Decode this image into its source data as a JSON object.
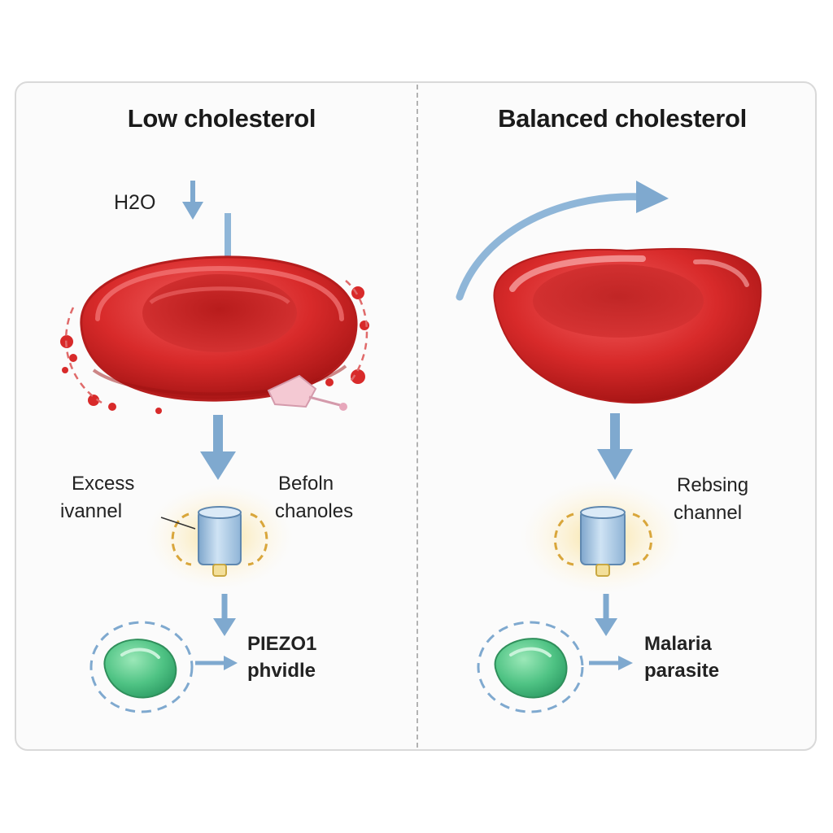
{
  "panels": {
    "left": {
      "title": "Low cholesterol",
      "water_label": "H2O",
      "label_left_1": "Excess",
      "label_left_2": "ivannel",
      "label_right_1": "Befoln",
      "label_right_2": "chanoles",
      "bottom_label_1": "PIEZO1",
      "bottom_label_2": "phvidle"
    },
    "right": {
      "title": "Balanced cholesterol",
      "label_right_1": "Rebsing",
      "label_right_2": "channel",
      "bottom_label_1": "Malaria",
      "bottom_label_2": "parasite"
    }
  },
  "colors": {
    "cell_red": "#d82a2a",
    "arrow_blue": "#7fa9cf",
    "channel_blue": "#a9c8e6",
    "glow_yellow": "#f6d98a",
    "parasite_green": "#5fcf8f"
  }
}
